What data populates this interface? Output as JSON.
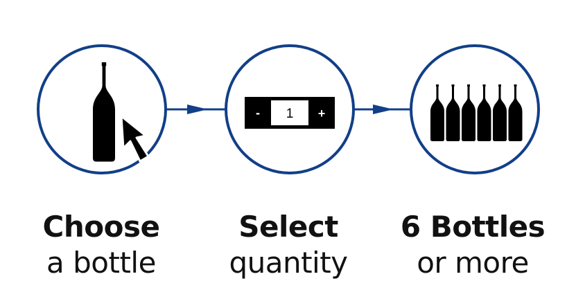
{
  "colors": {
    "circle_stroke": "#123f88",
    "arrow": "#123f88",
    "icon_fill": "#000000",
    "background": "#ffffff"
  },
  "steps": [
    {
      "icon": "bottle-with-cursor-icon",
      "title": "Choose",
      "subtitle": "a bottle"
    },
    {
      "icon": "quantity-stepper-icon",
      "title": "Select",
      "subtitle": "quantity",
      "stepper": {
        "minus": "-",
        "value": "1",
        "plus": "+"
      }
    },
    {
      "icon": "six-bottles-icon",
      "title": "6 Bottles",
      "subtitle": "or more",
      "bottle_count": 6
    }
  ]
}
